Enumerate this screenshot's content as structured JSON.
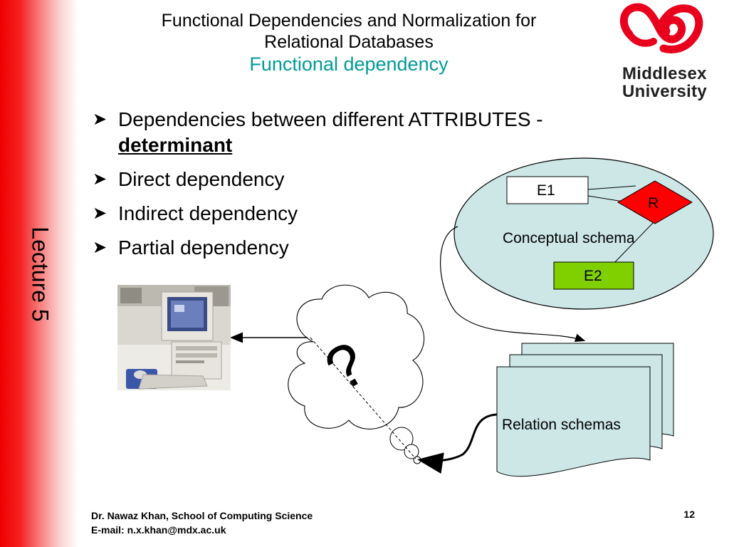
{
  "sidebar": {
    "lecture_label": "Lecture 5"
  },
  "title": {
    "line1": "Functional Dependencies and Normalization for",
    "line2": "Relational Databases",
    "subtitle": "Functional dependency"
  },
  "logo": {
    "word1": "Middlesex",
    "word2": "University",
    "color": "#e8001c"
  },
  "bullets": {
    "item1_text": "Dependencies between different ATTRIBUTES -",
    "item1_emphasis": "determinant",
    "item2": "Direct dependency",
    "item3": "Indirect dependency",
    "item4": "Partial dependency"
  },
  "diagram": {
    "entity1": "E1",
    "relationship": "R",
    "entity2": "E2",
    "conceptual_label": "Conceptual schema",
    "question_mark": "?",
    "relations_label": "Relation schemas",
    "colors": {
      "ellipse": "#cde7e7",
      "relationship": "#ff0000",
      "entity2": "#80d000",
      "relation_pages": "#cde7e7"
    }
  },
  "footer": {
    "line1": "Dr. Nawaz Khan, School of Computing Science",
    "line2": "E-mail: n.x.khan@mdx.ac.uk",
    "page_number": "12"
  }
}
